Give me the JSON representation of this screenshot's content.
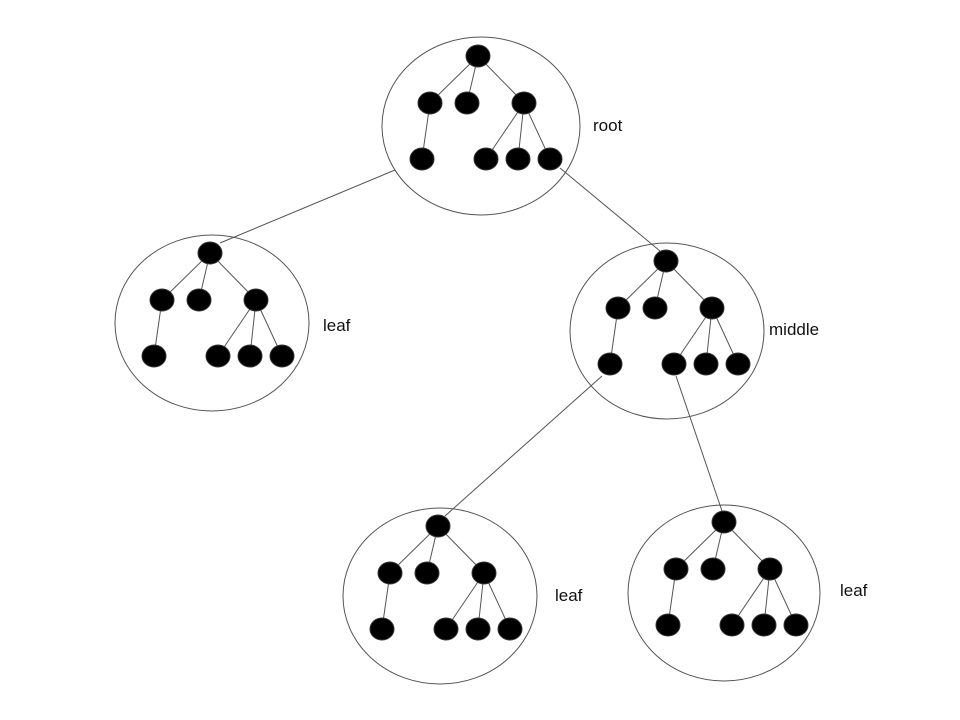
{
  "clusters": [
    {
      "id": "root",
      "label": "root"
    },
    {
      "id": "leaf-left",
      "label": "leaf"
    },
    {
      "id": "middle",
      "label": "middle"
    },
    {
      "id": "leaf-bottom-left",
      "label": "leaf"
    },
    {
      "id": "leaf-bottom-right",
      "label": "leaf"
    }
  ],
  "links": [
    {
      "from": "root",
      "to": "leaf-left"
    },
    {
      "from": "root",
      "to": "middle"
    },
    {
      "from": "middle",
      "to": "leaf-bottom-left"
    },
    {
      "from": "middle",
      "to": "leaf-bottom-right"
    }
  ]
}
